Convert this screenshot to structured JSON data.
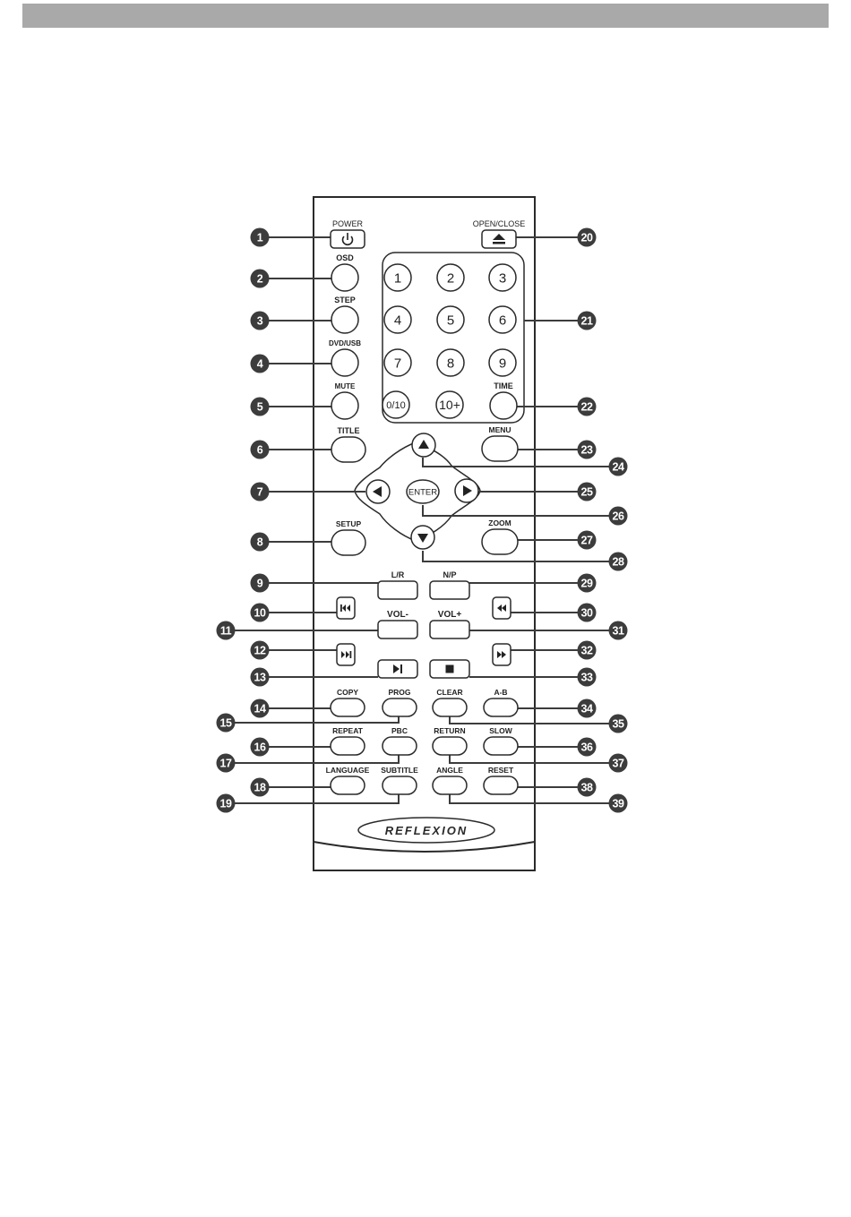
{
  "colors": {
    "header_bar": "#a9a9a9",
    "outline": "#2a2a2a",
    "callout": "#3c3c3c",
    "callout_text": "#ffffff"
  },
  "remote": {
    "logo_text": "REFLEXION",
    "keypad": [
      "1",
      "2",
      "3",
      "4",
      "5",
      "6",
      "7",
      "8",
      "9",
      "0/10",
      "10+"
    ],
    "button_labels": {
      "power": "POWER",
      "open_close": "OPEN/CLOSE",
      "osd": "OSD",
      "step": "STEP",
      "dvd_usb": "DVD/USB",
      "mute": "MUTE",
      "time": "TIME",
      "title": "TITLE",
      "menu": "MENU",
      "enter": "ENTER",
      "setup": "SETUP",
      "zoom": "ZOOM",
      "lr": "L/R",
      "np": "N/P",
      "vol_minus": "VOL-",
      "vol_plus": "VOL+",
      "copy": "COPY",
      "prog": "PROG",
      "clear": "CLEAR",
      "ab": "A-B",
      "repeat": "REPEAT",
      "pbc": "PBC",
      "return": "RETURN",
      "slow": "SLOW",
      "language": "LANGUAGE",
      "subtitle": "SUBTITLE",
      "angle": "ANGLE",
      "reset": "RESET"
    },
    "callouts": [
      "1",
      "2",
      "3",
      "4",
      "5",
      "6",
      "7",
      "8",
      "9",
      "10",
      "11",
      "12",
      "13",
      "14",
      "15",
      "16",
      "17",
      "18",
      "19",
      "20",
      "21",
      "22",
      "23",
      "24",
      "25",
      "26",
      "27",
      "28",
      "29",
      "30",
      "31",
      "32",
      "33",
      "34",
      "35",
      "36",
      "37",
      "38",
      "39"
    ]
  }
}
